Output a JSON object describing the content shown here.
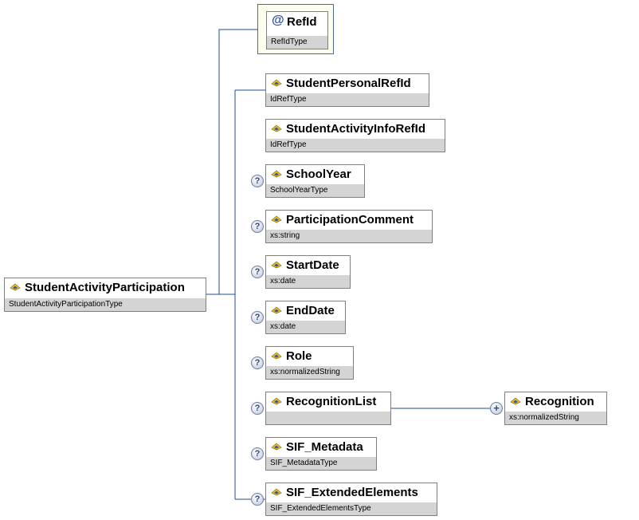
{
  "root": {
    "name": "StudentActivityParticipation",
    "type": "StudentActivityParticipationType",
    "icon": "element-icon"
  },
  "attribute": {
    "symbol": "@",
    "name": "RefId",
    "type": "RefIdType"
  },
  "children": [
    {
      "name": "StudentPersonalRefId",
      "type": "IdRefType",
      "optional": false,
      "icon": "element-icon"
    },
    {
      "name": "StudentActivityInfoRefId",
      "type": "IdRefType",
      "optional": false,
      "icon": "element-icon"
    },
    {
      "name": "SchoolYear",
      "type": "SchoolYearType",
      "optional": true,
      "icon": "element-icon"
    },
    {
      "name": "ParticipationComment",
      "type": "xs:string",
      "optional": true,
      "icon": "element-icon"
    },
    {
      "name": "StartDate",
      "type": "xs:date",
      "optional": true,
      "icon": "element-icon"
    },
    {
      "name": "EndDate",
      "type": "xs:date",
      "optional": true,
      "icon": "element-icon"
    },
    {
      "name": "Role",
      "type": "xs:normalizedString",
      "optional": true,
      "icon": "element-icon"
    },
    {
      "name": "RecognitionList",
      "type": "",
      "optional": true,
      "icon": "element-icon"
    },
    {
      "name": "SIF_Metadata",
      "type": "SIF_MetadataType",
      "optional": true,
      "icon": "element-icon"
    },
    {
      "name": "SIF_ExtendedElements",
      "type": "SIF_ExtendedElementsType",
      "optional": true,
      "icon": "element-icon"
    }
  ],
  "grandchild": {
    "name": "Recognition",
    "type": "xs:normalizedString",
    "repeatable": true,
    "icon": "element-icon"
  },
  "markers": {
    "optional": "?",
    "repeatable": "+"
  },
  "colors": {
    "connector": "#1f4e8c",
    "type_band": "#d4d4d4",
    "border": "#7f7f7f",
    "attribute_bg": "#fffff0"
  }
}
